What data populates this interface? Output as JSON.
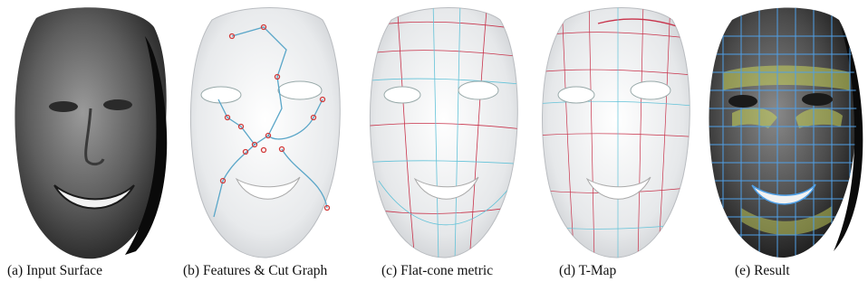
{
  "figure": {
    "panels": [
      {
        "id": "a",
        "caption": "(a) Input Surface",
        "kind": "photo-surface"
      },
      {
        "id": "b",
        "caption": "(b) Features & Cut Graph",
        "kind": "shaded-mesh-with-cut-graph"
      },
      {
        "id": "c",
        "caption": "(c) Flat-cone metric",
        "kind": "mesh-with-metric-lines"
      },
      {
        "id": "d",
        "caption": "(d) T-Map",
        "kind": "mesh-with-tmap-lines"
      },
      {
        "id": "e",
        "caption": "(e) Result",
        "kind": "textured-quad-mesh"
      }
    ],
    "colors": {
      "background": "#ffffff",
      "mesh_surface": "#eef0f2",
      "cut_graph": "#5aa6c8",
      "feature_points": "#d23a3a",
      "metric_red": "#c8324a",
      "metric_cyan": "#62c2d8",
      "result_grid": "#4f9fe6",
      "result_highlight": "#c9d45a"
    }
  }
}
